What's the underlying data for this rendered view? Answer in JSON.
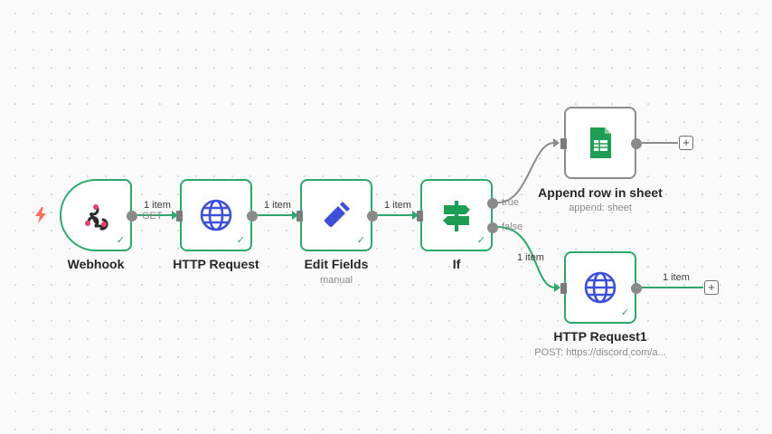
{
  "colors": {
    "success": "#2ca86b",
    "connector": "#8a8a8a",
    "trigger_bolt": "#ff6d5a",
    "icon_blue": "#3f50d8",
    "sheets_green": "#1e9e55"
  },
  "trigger_icon": "lightning-bolt-icon",
  "nodes": {
    "webhook": {
      "title": "Webhook",
      "icon": "webhook-icon"
    },
    "http_request": {
      "title": "HTTP Request",
      "icon": "globe-icon"
    },
    "edit_fields": {
      "title": "Edit Fields",
      "subtitle": "manual",
      "icon": "pencil-icon"
    },
    "if": {
      "title": "If",
      "icon": "signpost-icon",
      "true_label": "true",
      "false_label": "false"
    },
    "append_row": {
      "title": "Append row in sheet",
      "subtitle": "append: sheet",
      "icon": "google-sheets-icon"
    },
    "http_request1": {
      "title": "HTTP Request1",
      "subtitle": "POST: https://discord.com/a...",
      "icon": "globe-icon"
    }
  },
  "edges": {
    "webhook_to_http": {
      "label": "1 item",
      "method": "GET"
    },
    "http_to_edit": {
      "label": "1 item"
    },
    "edit_to_if": {
      "label": "1 item"
    },
    "if_false_to_http1": {
      "label": "1 item"
    },
    "http1_to_add": {
      "label": "1 item"
    }
  },
  "add_button_label": "+"
}
